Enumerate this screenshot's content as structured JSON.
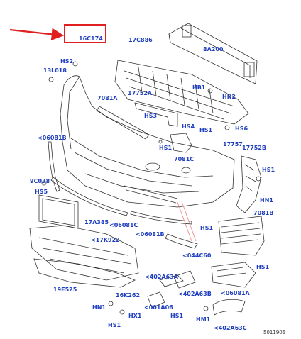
{
  "diagram": {
    "highlight_color": "#e02020",
    "label_color": "#1f3fbf",
    "reference_code": "5011905",
    "labels": {
      "l16c174": "16C174",
      "l17c886": "17C886",
      "l8a200": "8A200",
      "lhs2": "HS2",
      "l13l018": "13L018",
      "lhb1": "HB1",
      "lhn2": "HN2",
      "l7081a": "7081A",
      "l17752a": "17752A",
      "lhs3": "HS3",
      "lhs4": "HS4",
      "lhs1a": "HS1",
      "lhs6": "HS6",
      "l06081b": "<06081B",
      "lhs1b": "HS1",
      "l7081c": "7081C",
      "l17757": "17757",
      "l17752b": "17752B",
      "lhs1c": "HS1",
      "l9c038": "9C038",
      "lhs5": "HS5",
      "lhn1a": "HN1",
      "l7081b": "7081B",
      "l17a385": "17A385",
      "l06081c": "<06081C",
      "l06081b2": "<06081B",
      "lhs1d": "HS1",
      "l17k922": "<17K922",
      "l044c60": "<044C60",
      "lhs1e": "HS1",
      "l402a63a": "<402A63A",
      "l19e525": "19E525",
      "l16k262": "16K262",
      "l402a63b": "<402A63B",
      "l06081a": "<06081A",
      "lhn1b": "HN1",
      "lhx1": "HX1",
      "l001a06": "<001A06",
      "lhs1f": "HS1",
      "lhm1": "HM1",
      "l402a63c": "<402A63C",
      "lhs1g": "HS1"
    }
  }
}
